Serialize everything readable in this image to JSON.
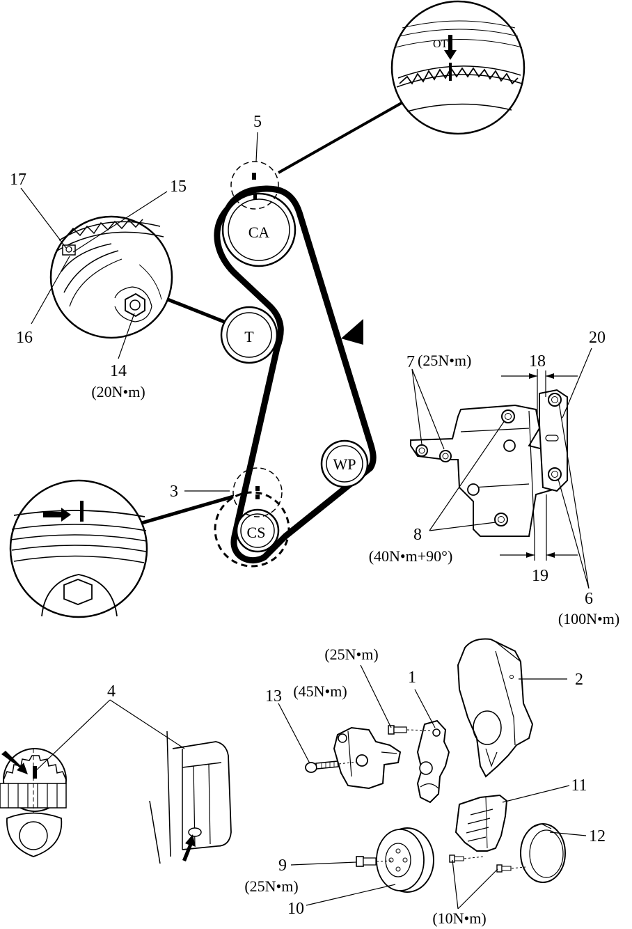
{
  "diagram": {
    "pulleys": {
      "ca": "CA",
      "t": "T",
      "wp": "WP",
      "cs": "CS"
    },
    "detail_mark": "OT",
    "labels": {
      "n1": "1",
      "n2": "2",
      "n3": "3",
      "n4": "4",
      "n5": "5",
      "n6": "6",
      "n7": "7",
      "n8": "8",
      "n9": "9",
      "n10": "10",
      "n11": "11",
      "n12": "12",
      "n13": "13",
      "n14": "14",
      "n15": "15",
      "n16": "16",
      "n17": "17",
      "n18": "18",
      "n19": "19",
      "n20": "20"
    },
    "torques": {
      "t7": "(25N•m)",
      "t14": "(20N•m)",
      "t8": "(40N•m+90°)",
      "t6": "(100N•m)",
      "t_bolt_small": "(25N•m)",
      "t13": "(45N•m)",
      "t9": "(25N•m)",
      "t_cover_bolts": "(10N•m)"
    }
  }
}
